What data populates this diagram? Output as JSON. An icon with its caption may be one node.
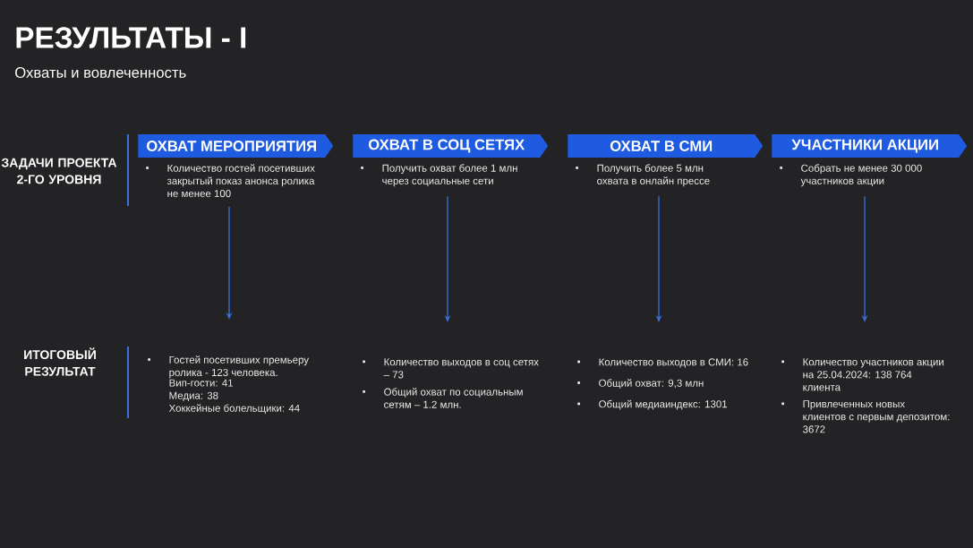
{
  "diagram": {
    "title": "РЕЗУЛЬТАТЫ - I",
    "nodes": [
      {
        "text": [
          "ОХВАТ МЕРОПРИЯТИЯ"
        ]
      },
      {
        "text": [
          "ОХВАТ В СОЦ СЕТЯХ"
        ]
      },
      {
        "text": [
          "ОХВАТ В СМИ"
        ]
      },
      {
        "text": [
          "УЧАСТНИКИ АКЦИИ"
        ]
      },
      {
        "text": [
          "Количество гостей посетивших закрытый показ анонса ролика не менее 100"
        ]
      },
      {
        "text": [
          "Получить охват более 1 млн через социальные сети"
        ]
      },
      {
        "text": [
          "Получить более 5 млн охвата в онлайн прессе"
        ]
      },
      {
        "text": [
          "Собрать не менее 30 000 участников акции"
        ]
      },
      {
        "text": [
          "Гостей посетивших премьеру ролика - 123 человека.",
          "Вип-гости: 41",
          "Медиа: 38",
          "Хоккейные болельщики: 44"
        ]
      },
      {
        "text": [
          "Количество выходов в соц сетях – 73",
          "Общий охват по социальным сетям – 1.2 млн."
        ]
      },
      {
        "text": [
          "Количество выходов в СМИ: 16",
          "Общий охват: 9,3 млн",
          "Общий медиаиндекс: 1301"
        ]
      },
      {
        "text": [
          "Количество участников акции на 25.04.2024: 138 764 клиента",
          "Привлеченных новых клиентов с первым депозитом: 3672"
        ]
      }
    ],
    "edges": [
      {
        "from": 4,
        "to": 8,
        "arrow": "to"
      },
      {
        "from": 5,
        "to": 9,
        "arrow": "to"
      },
      {
        "from": 6,
        "to": 10,
        "arrow": "to"
      },
      {
        "from": 7,
        "to": 11,
        "arrow": "to"
      }
    ],
    "labels": [
      "Охваты и вовлеченность",
      "ЗАДАЧИ ПРОЕКТА 2-ГО УРОВНЯ",
      "ИТОГОВЫЙ РЕЗУЛЬТАТ"
    ]
  }
}
